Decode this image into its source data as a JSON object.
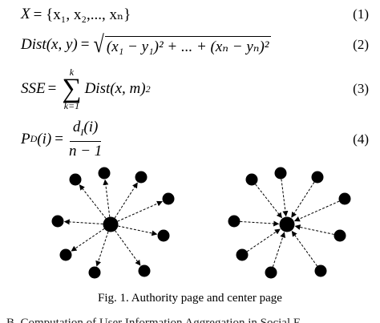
{
  "equations": [
    {
      "number": "(1)"
    },
    {
      "number": "(2)"
    },
    {
      "number": "(3)"
    },
    {
      "number": "(4)"
    }
  ],
  "symbols": {
    "X": "X",
    "set": "= {x₁, x₂,..., xₙ}",
    "dist": "Dist",
    "args": "(x, y)",
    "args_m": "(x, m)",
    "eq": "=",
    "sqrt_body": "(x₁ − y₁)² + ... + (xₙ − yₙ)²",
    "sse": "SSE",
    "sum_top": "k",
    "sum_bottom": "k=1",
    "sigma": "∑",
    "sq": "2",
    "pd": "P",
    "pd_sub": "D",
    "pd_arg": "(i)",
    "frac_num": "d",
    "frac_num_sub": "I",
    "frac_num_arg": "(i)",
    "frac_den": "n − 1"
  },
  "figure": {
    "caption": "Fig. 1. Authority page and center page",
    "left_diagram": "authority page",
    "right_diagram": "center page"
  },
  "next_line": "B.  Computation of User Information Aggregation in Social E"
}
